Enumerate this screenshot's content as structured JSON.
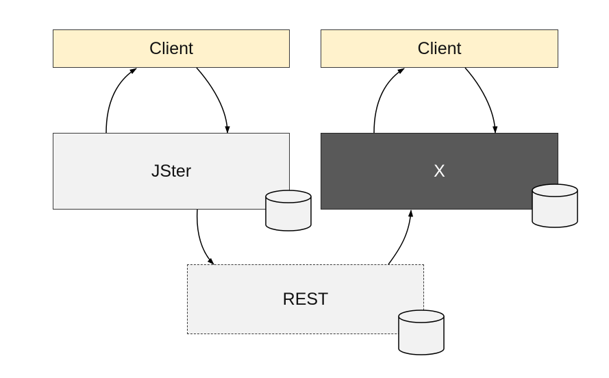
{
  "nodes": {
    "client_left": {
      "label": "Client"
    },
    "client_right": {
      "label": "Client"
    },
    "jster": {
      "label": "JSter"
    },
    "x": {
      "label": "X"
    },
    "rest": {
      "label": "REST"
    }
  },
  "edges": [
    {
      "from": "jster",
      "to": "client_left"
    },
    {
      "from": "client_left",
      "to": "jster"
    },
    {
      "from": "x",
      "to": "client_right"
    },
    {
      "from": "client_right",
      "to": "x"
    },
    {
      "from": "jster",
      "to": "rest"
    },
    {
      "from": "rest",
      "to": "x"
    }
  ],
  "colors": {
    "client_fill": "#fff2cc",
    "service_fill": "#f2f2f2",
    "x_fill": "#595959",
    "stroke": "#000000"
  },
  "icons": {
    "storage": "database-cylinder-icon"
  }
}
